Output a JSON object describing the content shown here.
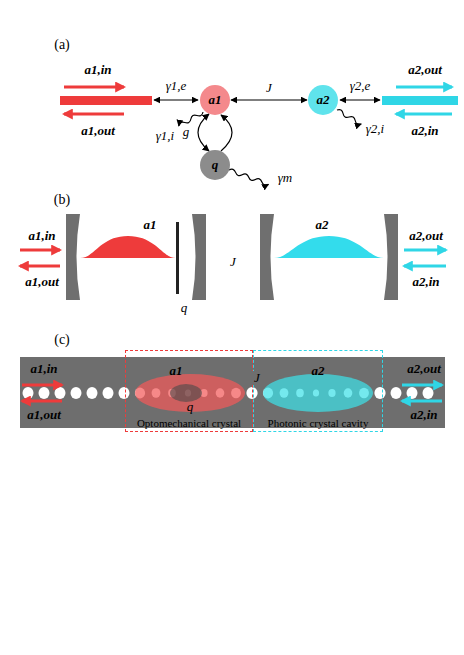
{
  "diagram": {
    "nodes": [
      {
        "text": [
          "a1"
        ]
      },
      {
        "text": [
          "a2"
        ]
      },
      {
        "text": [
          "q"
        ]
      },
      {
        "text": [
          "Optomechanical crystal"
        ]
      },
      {
        "text": [
          "Photonic crystal cavity"
        ]
      }
    ],
    "edges": [
      {
        "from": 0,
        "to": 1,
        "arrow": "both",
        "label": "J"
      },
      {
        "from": 0,
        "to": 2,
        "arrow": "both",
        "label": "g"
      }
    ],
    "labels": [
      "(a)",
      "a1,in",
      "a1,out",
      "γ1,e",
      "γ1,i",
      "γm",
      "γ2,e",
      "γ2,i",
      "a2,out",
      "a2,in",
      "(b)",
      "a1,in",
      "a1,out",
      "a1",
      "q",
      "J",
      "a2",
      "a2,out",
      "a2,in",
      "(c)",
      "a1,in",
      "a1,out",
      "a1",
      "q",
      "J",
      "a2",
      "a2,out",
      "a2,in"
    ]
  }
}
